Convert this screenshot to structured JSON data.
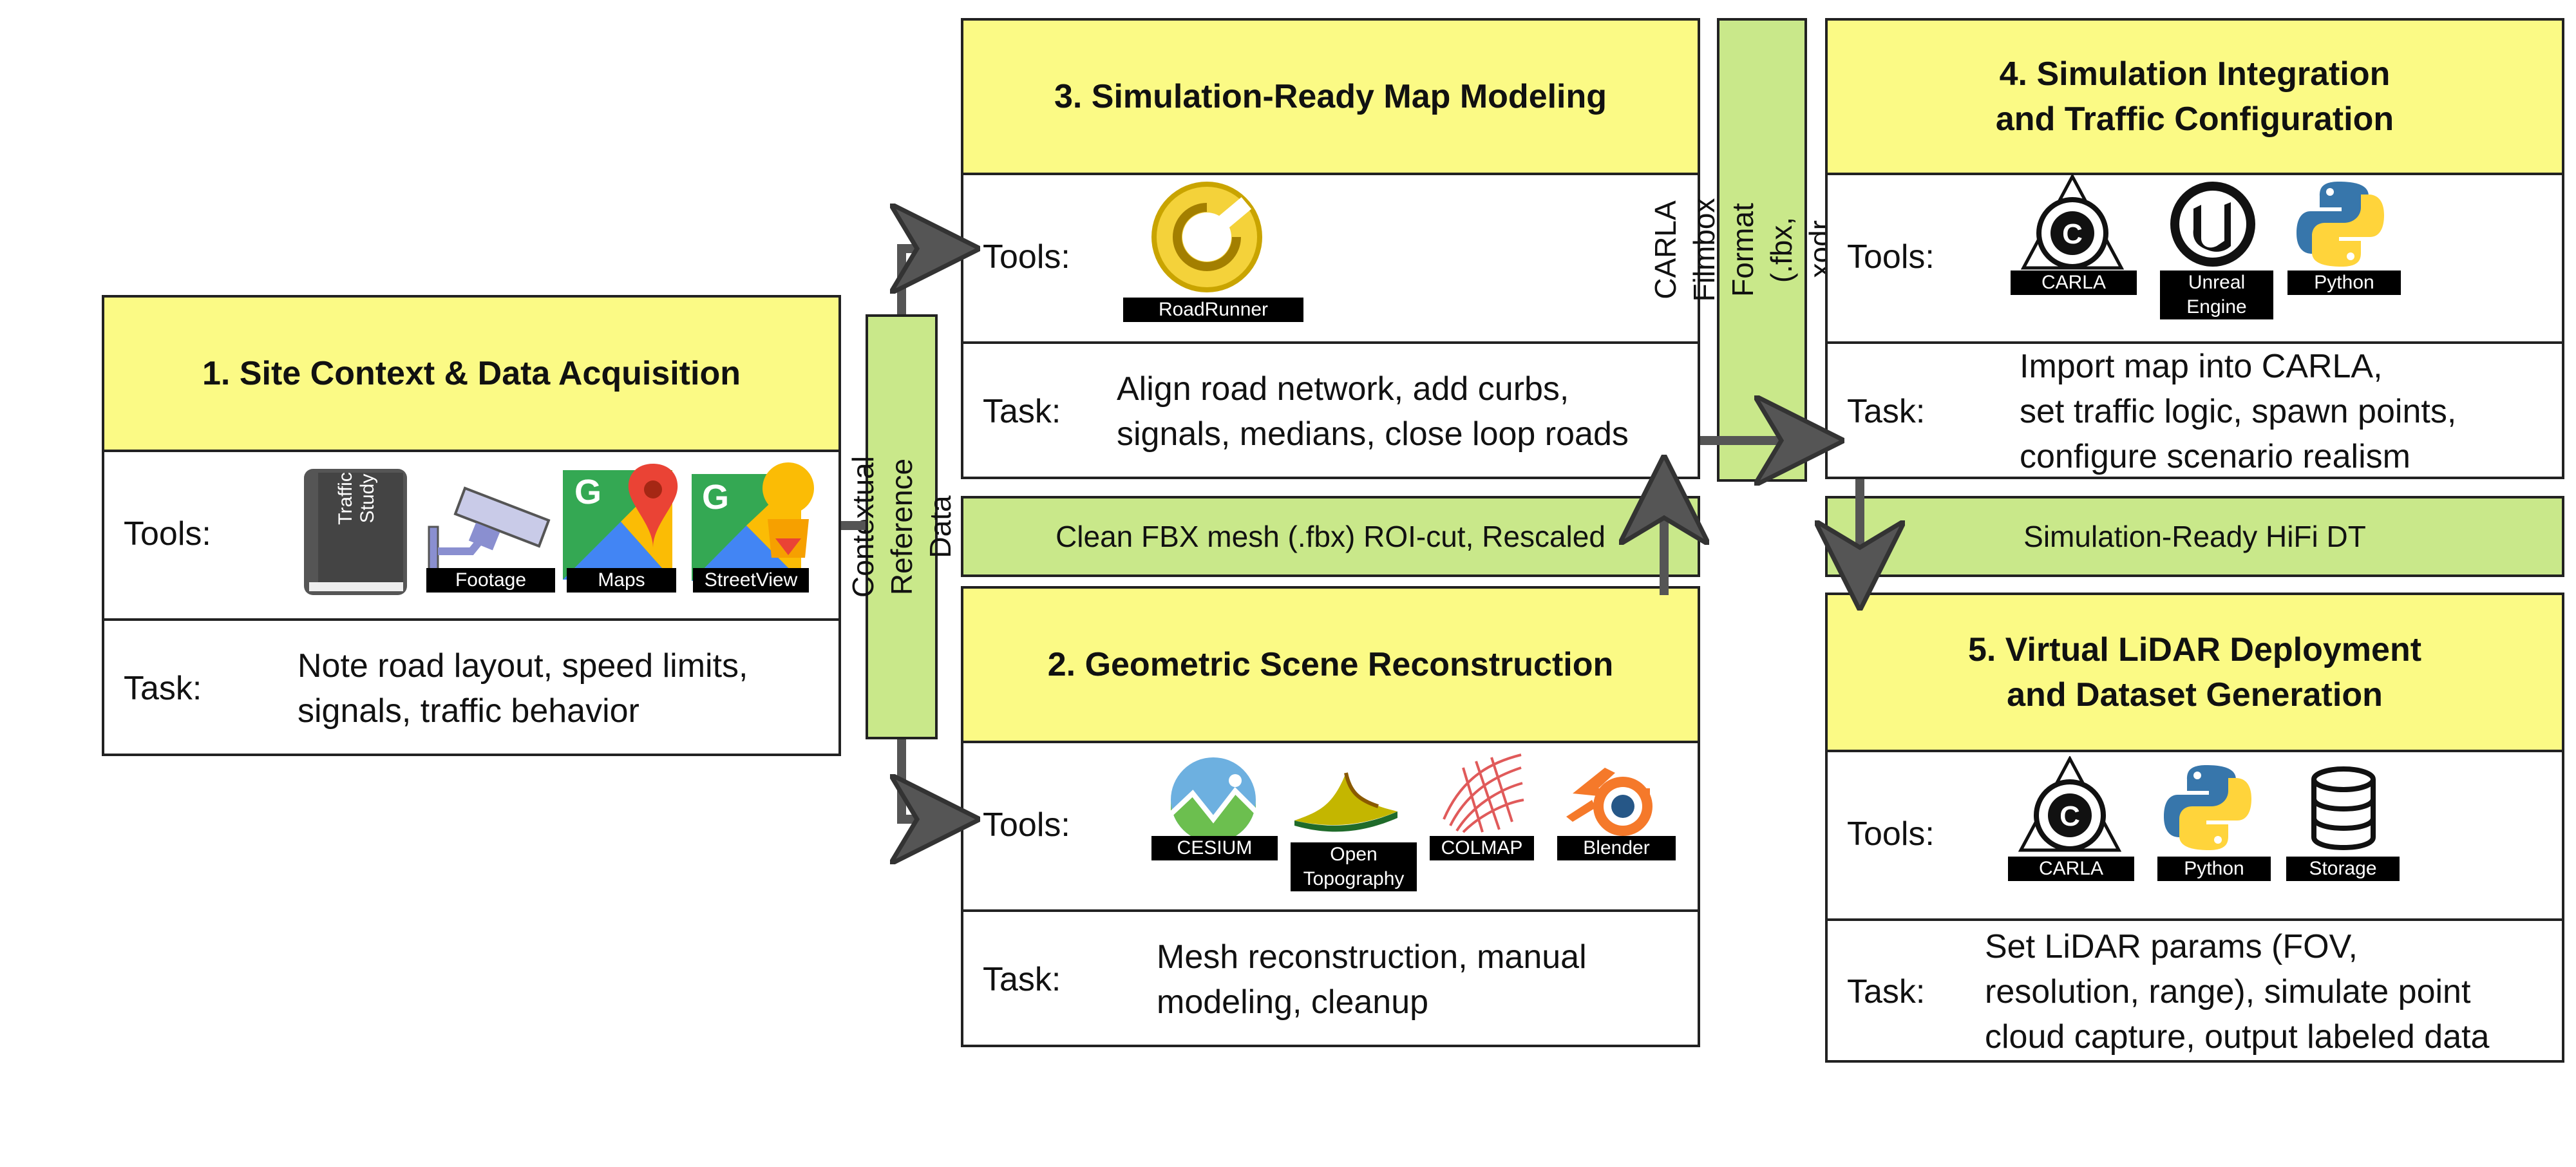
{
  "labels": {
    "tools": "Tools:",
    "task": "Task:"
  },
  "stage1": {
    "title": "1. Site Context & Data Acquisition",
    "task": "Note road layout, speed limits,\nsignals, traffic behavior",
    "icons": [
      {
        "name": "traffic-study-book-icon",
        "label": "Traffic\nStudy"
      },
      {
        "name": "cctv-camera-icon",
        "caption": "Footage"
      },
      {
        "name": "google-maps-icon",
        "caption": "Maps"
      },
      {
        "name": "google-streetview-icon",
        "caption": "StreetView"
      }
    ]
  },
  "contextual_band": "Contextual Reference Data",
  "stage2": {
    "title": "2. Geometric Scene Reconstruction",
    "task": "Mesh reconstruction, manual\nmodeling, cleanup",
    "icons": [
      {
        "name": "cesium-icon",
        "caption": "CESIUM"
      },
      {
        "name": "open-topography-icon",
        "caption": "Open\nTopography"
      },
      {
        "name": "colmap-icon",
        "caption": "COLMAP"
      },
      {
        "name": "blender-icon",
        "caption": "Blender"
      }
    ]
  },
  "fbx_band": "Clean FBX mesh (.fbx) ROI-cut, Rescaled",
  "stage3": {
    "title": "3. Simulation-Ready Map Modeling",
    "task": "Align road network, add curbs,\nsignals, medians, close loop roads",
    "icons": [
      {
        "name": "roadrunner-icon",
        "caption": "RoadRunner"
      }
    ]
  },
  "carla_band": "CARLA Filmbox Format\n(.fbx, .xodr, .json)",
  "stage4": {
    "title": "4. Simulation Integration\nand Traffic Configuration",
    "task": "Import map into CARLA,\nset traffic logic, spawn points,\nconfigure scenario realism",
    "icons": [
      {
        "name": "carla-icon",
        "caption": "CARLA"
      },
      {
        "name": "unreal-engine-icon",
        "caption": "Unreal\nEngine"
      },
      {
        "name": "python-icon",
        "caption": "Python"
      }
    ]
  },
  "hifi_band": "Simulation-Ready HiFi DT",
  "stage5": {
    "title": "5. Virtual LiDAR Deployment\nand Dataset Generation",
    "task": "Set LiDAR params (FOV,\nresolution, range), simulate point\ncloud capture, output labeled data",
    "icons": [
      {
        "name": "carla-icon",
        "caption": "CARLA"
      },
      {
        "name": "python-icon",
        "caption": "Python"
      },
      {
        "name": "storage-database-icon",
        "caption": "Storage"
      }
    ]
  },
  "colors": {
    "header": "#fbfa85",
    "band": "#c9e88a",
    "border": "#222222",
    "arrow": "#555555"
  }
}
